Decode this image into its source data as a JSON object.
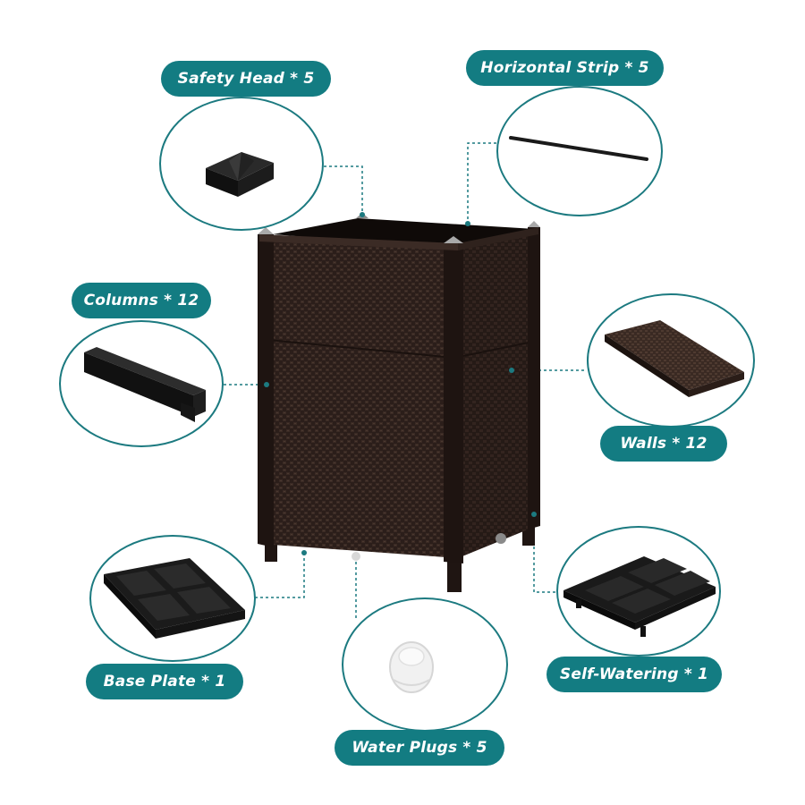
{
  "labels": {
    "safety_head": "Safety Head * 5",
    "horizontal_strip": "Horizontal Strip * 5",
    "columns": "Columns * 12",
    "walls": "Walls * 12",
    "base_plate": "Base Plate * 1",
    "self_watering": "Self-Watering * 1",
    "water_plugs": "Water Plugs * 5"
  },
  "colors": {
    "label_bg": "#137c82",
    "label_text": "#ffffff",
    "circle_border": "#1c7a80",
    "planter_body": "#2a1d19",
    "part_black": "#151515"
  }
}
